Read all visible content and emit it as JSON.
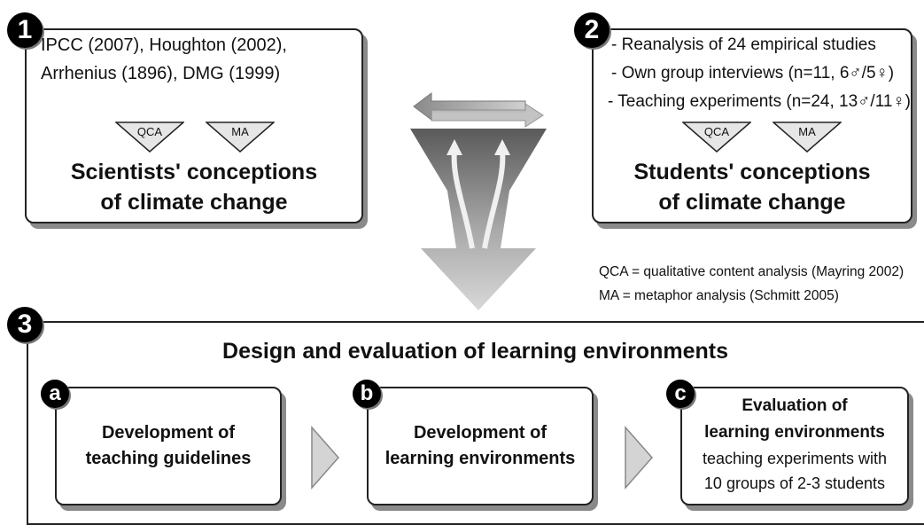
{
  "panel1": {
    "badge": "1",
    "line1": "IPCC (2007), Houghton (2002),",
    "line2": "Arrhenius (1896), DMG (1999)",
    "qca": "QCA",
    "ma": "MA",
    "title1": "Scientists' conceptions",
    "title2": "of climate change"
  },
  "panel2": {
    "badge": "2",
    "item1": "- Reanalysis of 24 empirical studies",
    "item2": "- Own group interviews (n=11, 6♂/5♀)",
    "item3": "- Teaching experiments (n=24, 13♂/11♀)",
    "qca": "QCA",
    "ma": "MA",
    "title1": "Students' conceptions",
    "title2": "of climate change"
  },
  "legend": {
    "qca": "QCA = qualitative content analysis (Mayring 2002)",
    "ma": "MA = metaphor analysis (Schmitt 2005)"
  },
  "panel3": {
    "badge": "3",
    "title": "Design and evaluation of learning environments",
    "a": {
      "badge": "a",
      "line1": "Development of",
      "line2": "teaching guidelines"
    },
    "b": {
      "badge": "b",
      "line1": "Development of",
      "line2": "learning environments"
    },
    "c": {
      "badge": "c",
      "line1": "Evaluation of",
      "line2": "learning environments",
      "line3": "teaching experiments with",
      "line4": "10 groups of 2-3 students"
    }
  },
  "colors": {
    "shadow": "#8a8a8a",
    "badge": "#000000",
    "arrow_gray": "#9a9a9a"
  }
}
